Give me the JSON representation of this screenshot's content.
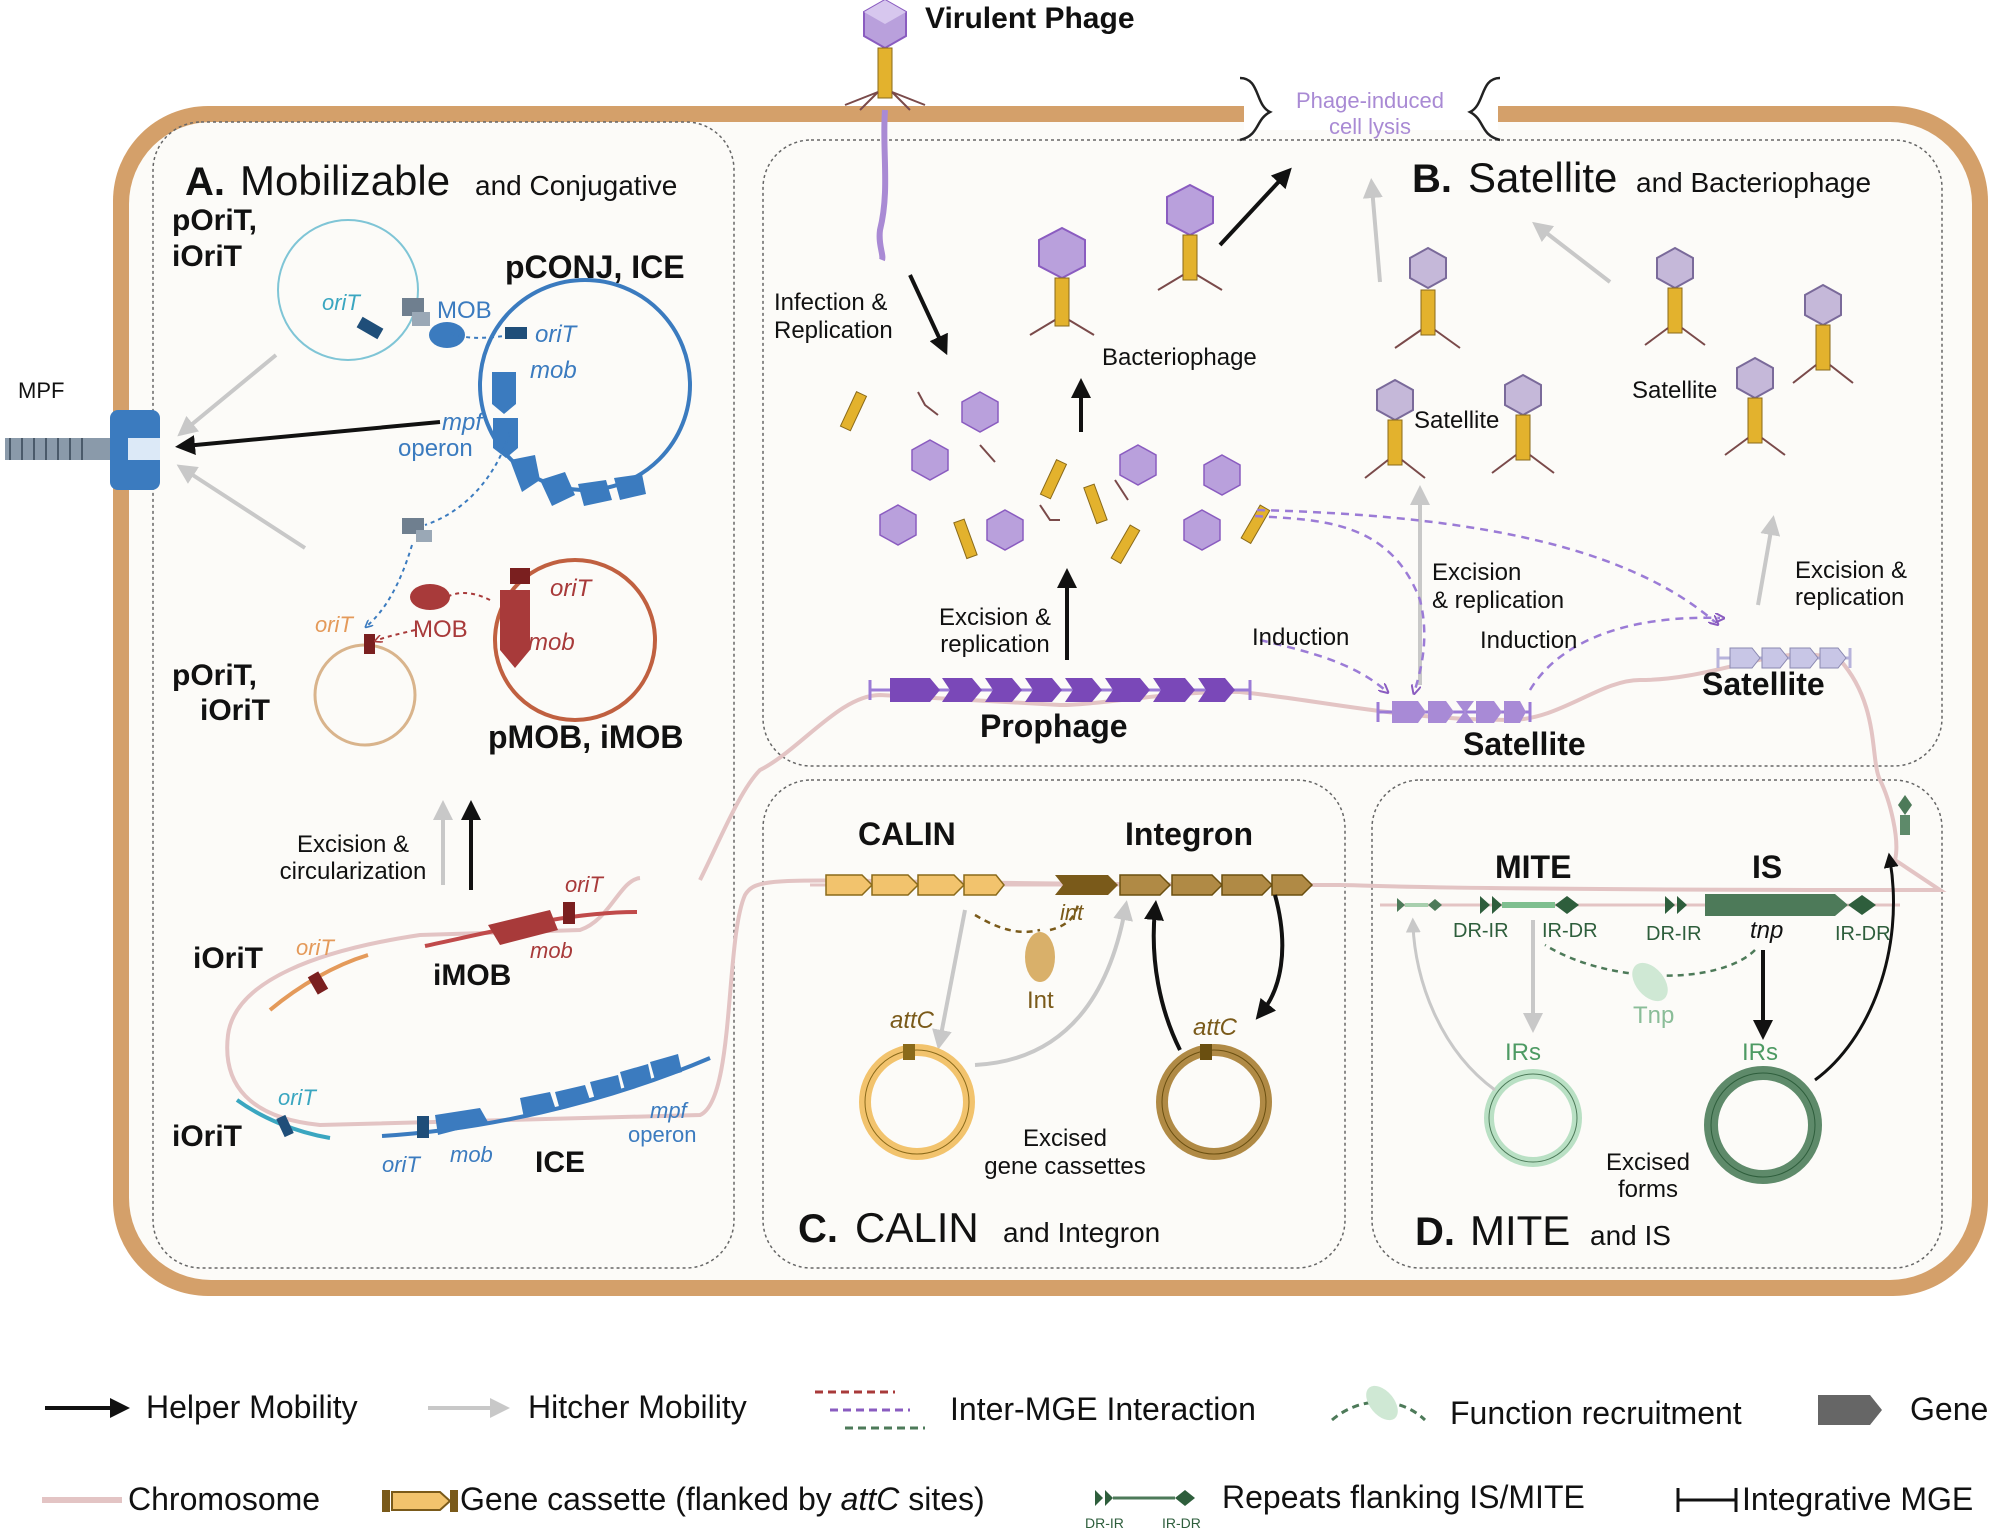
{
  "top": {
    "virulent_phage": "Virulent Phage",
    "lysis_1": "Phage-induced",
    "lysis_2": "cell lysis"
  },
  "mpf": "MPF",
  "panel_a": {
    "letter": "A.",
    "title": "Mobilizable",
    "title_small": "and Conjugative",
    "poriT_top_1": "pOriT,",
    "poriT_top_2": "iOriT",
    "pconj": "pCONJ, ICE",
    "oriT": "oriT",
    "mob": "mob",
    "MOB": "MOB",
    "mpf_1": "mpf",
    "mpf_2": "operon",
    "poriT_bot_1": "pOriT,",
    "poriT_bot_2": "iOriT",
    "pmob": "pMOB, iMOB",
    "excision_1": "Excision &",
    "excision_2": "circularization",
    "ioriT": "iOriT",
    "imob": "iMOB",
    "ice": "ICE"
  },
  "panel_b": {
    "letter": "B.",
    "title": "Satellite",
    "title_small": "and Bacteriophage",
    "infection_1": "Infection &",
    "infection_2": "Replication",
    "bacteriophage": "Bacteriophage",
    "satellite": "Satellite",
    "excision_1": "Excision &",
    "excision_2": "replication",
    "excision2_1": "Excision",
    "excision2_2": "& replication",
    "induction": "Induction",
    "prophage": "Prophage"
  },
  "panel_c": {
    "letter": "C.",
    "title": "CALIN",
    "title_small": "and Integron",
    "calin": "CALIN",
    "integron": "Integron",
    "int": "int",
    "Int": "Int",
    "attC": "attC",
    "excised_1": "Excised",
    "excised_2": "gene cassettes"
  },
  "panel_d": {
    "letter": "D.",
    "title": "MITE",
    "title_small": "and IS",
    "mite": "MITE",
    "is": "IS",
    "dr_ir": "DR-IR",
    "ir_dr": "IR-DR",
    "tnp": "tnp",
    "Tnp": "Tnp",
    "irs": "IRs",
    "excised_1": "Excised",
    "excised_2": "forms"
  },
  "legend": {
    "helper": "Helper Mobility",
    "hitcher": "Hitcher Mobility",
    "inter_mge": "Inter-MGE Interaction",
    "function": "Function recruitment",
    "gene": "Gene",
    "chromosome": "Chromosome",
    "cassette_a": "Gene cassette (flanked by ",
    "cassette_b": "attC",
    "cassette_c": " sites)",
    "repeats": "Repeats flanking IS/MITE",
    "dr_ir": "DR-IR",
    "ir_dr": "IR-DR",
    "integrative": "Integrative MGE"
  },
  "colors": {
    "cell_wall": "#d4a06a",
    "cytoplasm": "#fcfbf8",
    "chromosome": "#e3c4c4",
    "blue": "#3b7bbf",
    "red": "#a83a3a",
    "purple": "#8a5cc0",
    "phage_tail": "#e3b22d",
    "yellow": "#e6b860",
    "brown": "#a5803b",
    "green": "#4d7a59"
  }
}
